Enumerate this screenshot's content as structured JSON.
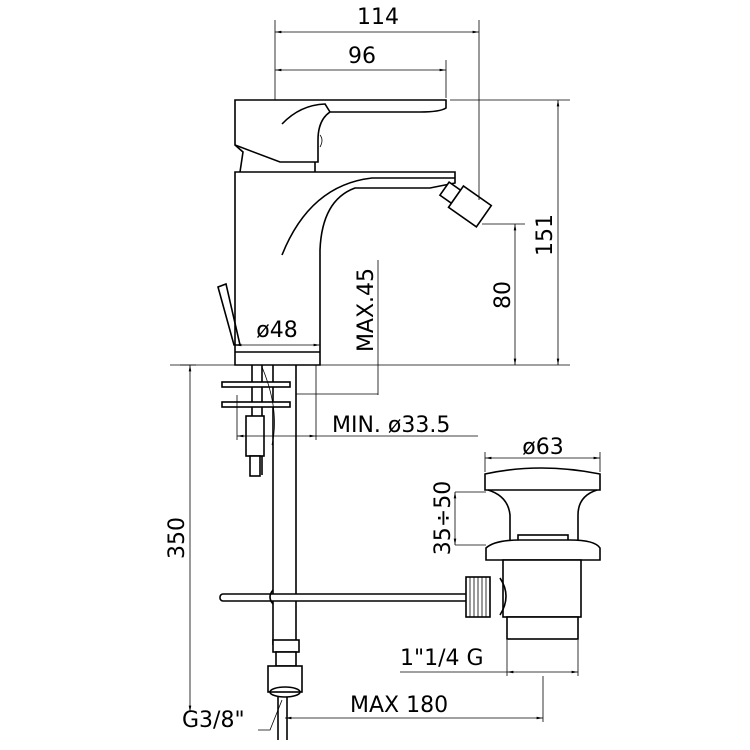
{
  "title": "Bidet mixer technical drawing",
  "dimensions": {
    "total_reach": "114",
    "handle_reach": "96",
    "total_height": "151",
    "spout_height": "80",
    "max_deck_thickness": "MAX.45",
    "base_diameter": "ø48",
    "min_hole": "MIN. ø33.5",
    "waste_cap_diameter": "ø63",
    "waste_range": "35÷50",
    "hose_length": "350",
    "waste_thread": "1\"1/4 G",
    "max_rod": "MAX 180",
    "supply_thread": "G3/8\""
  },
  "colors": {
    "line": "#000000",
    "background": "#ffffff"
  }
}
